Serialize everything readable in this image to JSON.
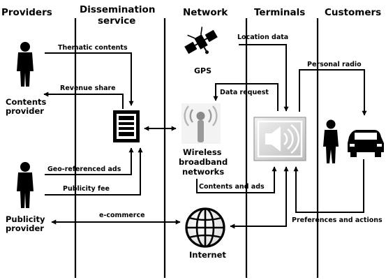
{
  "columns": {
    "providers": "Providers",
    "dissemination_line1": "Dissemination",
    "dissemination_line2": "service",
    "network": "Network",
    "terminals": "Terminals",
    "customers": "Customers"
  },
  "nodes": {
    "gps": "GPS",
    "contents_provider_line1": "Contents",
    "contents_provider_line2": "provider",
    "publicity_provider_line1": "Publicity",
    "publicity_provider_line2": "provider",
    "wireless_line1": "Wireless",
    "wireless_line2": "broadband",
    "wireless_line3": "networks",
    "internet": "Internet"
  },
  "flows": {
    "thematic_contents": "Thematic contents",
    "revenue_share": "Revenue share",
    "location_data": "Location data",
    "personal_radio": "Personal radio",
    "data_request": "Data request",
    "geo_referenced_ads": "Geo-referenced ads",
    "publicity_fee": "Publicity fee",
    "contents_and_ads": "Contents and ads",
    "e_commerce": "e-commerce",
    "preferences_and_actions": "Preferences and actions"
  },
  "icons": {
    "person": "person-icon",
    "server": "server-icon",
    "satellite": "satellite-icon",
    "antenna": "antenna-icon",
    "speaker": "speaker-icon",
    "car": "car-icon",
    "globe": "globe-icon"
  }
}
